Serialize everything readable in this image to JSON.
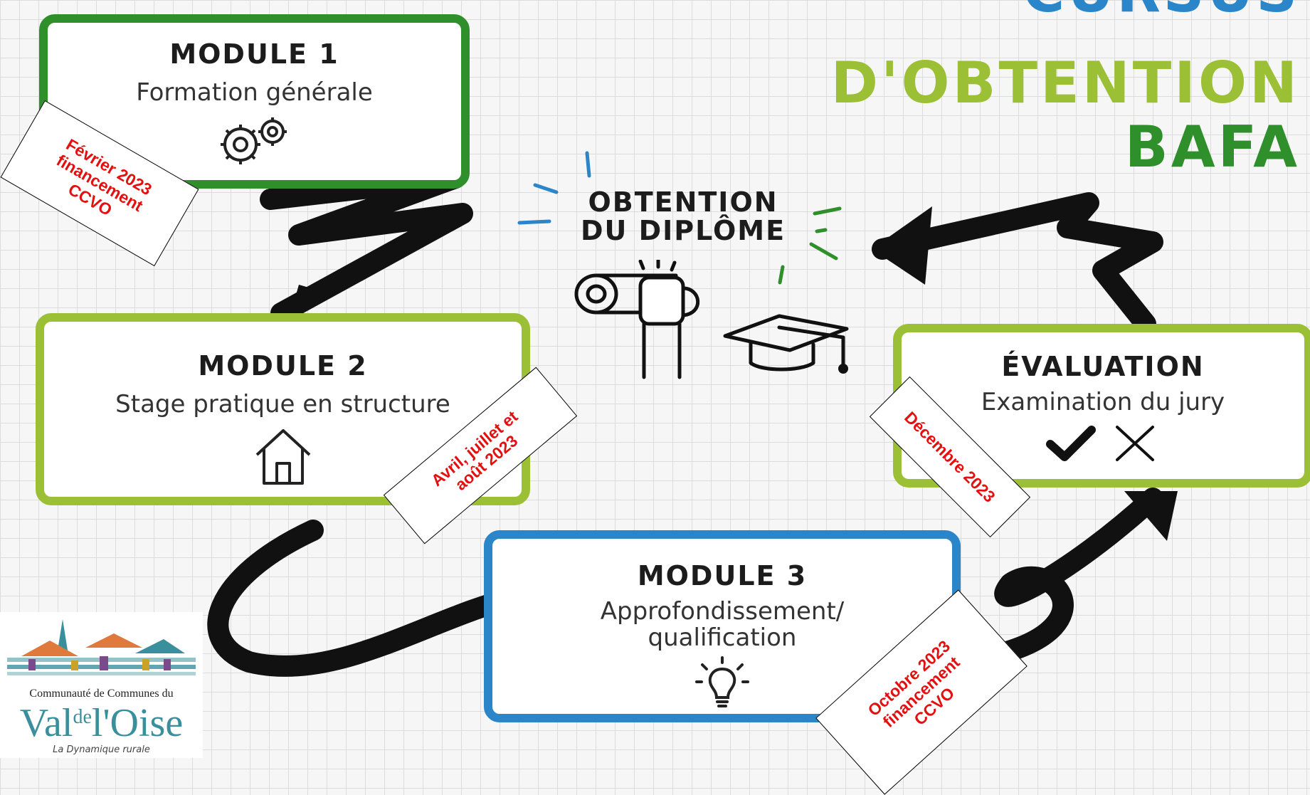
{
  "title": {
    "line1": "CURSUS",
    "line2": "D'OBTENTION",
    "line3": "BAFA"
  },
  "modules": {
    "m1": {
      "title": "MODULE 1",
      "subtitle": "Formation générale"
    },
    "m2": {
      "title": "MODULE 2",
      "subtitle": "Stage pratique en structure"
    },
    "m3": {
      "title": "MODULE 3",
      "subtitle_l1": "Approfondissement/",
      "subtitle_l2": "qualification"
    },
    "eval": {
      "title": "ÉVALUATION",
      "subtitle": "Examination du jury"
    }
  },
  "center": {
    "line1": "OBTENTION",
    "line2": "DU DIPLÔME"
  },
  "tags": {
    "t1": {
      "l1": "Février 2023",
      "l2": "financement",
      "l3": "CCVO"
    },
    "t2": {
      "l1": "Avril, juillet et",
      "l2": "août 2023"
    },
    "t3": {
      "l1": "Décembre 2023"
    },
    "t4": {
      "l1": "Octobre 2023",
      "l2": "financement",
      "l3": "CCVO"
    }
  },
  "logo": {
    "caption": "Communauté de Communes du",
    "name_val": "Val",
    "name_de": "de",
    "name_oise": "l'Oise",
    "tagline": "La Dynamique rurale"
  },
  "colors": {
    "dark_green": "#2f8f2a",
    "light_green": "#9bbf35",
    "blue": "#2a86c9",
    "red": "#e41010",
    "logo_teal": "#3a8f9c"
  },
  "icons": [
    "gears-icon",
    "house-icon",
    "lightbulb-icon",
    "check-icon",
    "cross-icon",
    "diploma-hand-icon",
    "graduation-cap-icon"
  ]
}
